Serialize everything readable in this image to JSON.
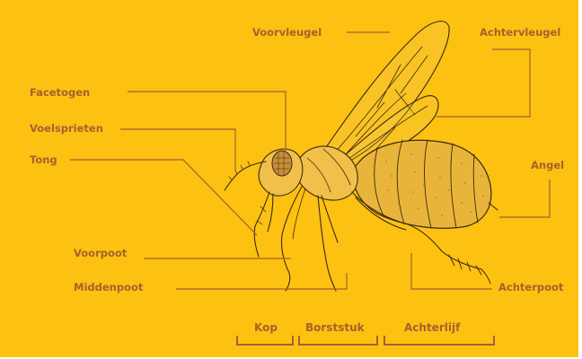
{
  "labels": {
    "voorvleugel": "Voorvleugel",
    "achtervleugel": "Achtervleugel",
    "facetogen": "Facetogen",
    "voelsprieten": "Voelsprieten",
    "tong": "Tong",
    "angel": "Angel",
    "voorpoot": "Voorpoot",
    "middenpoot": "Middenpoot",
    "achterpoot": "Achterpoot"
  },
  "sections": {
    "kop": "Kop",
    "borststuk": "Borststuk",
    "achterlijf": "Achterlijf"
  },
  "colors": {
    "background": "#fdc112",
    "label": "#a5612e",
    "line": "#a5612e",
    "ink": "#3a2a10"
  }
}
